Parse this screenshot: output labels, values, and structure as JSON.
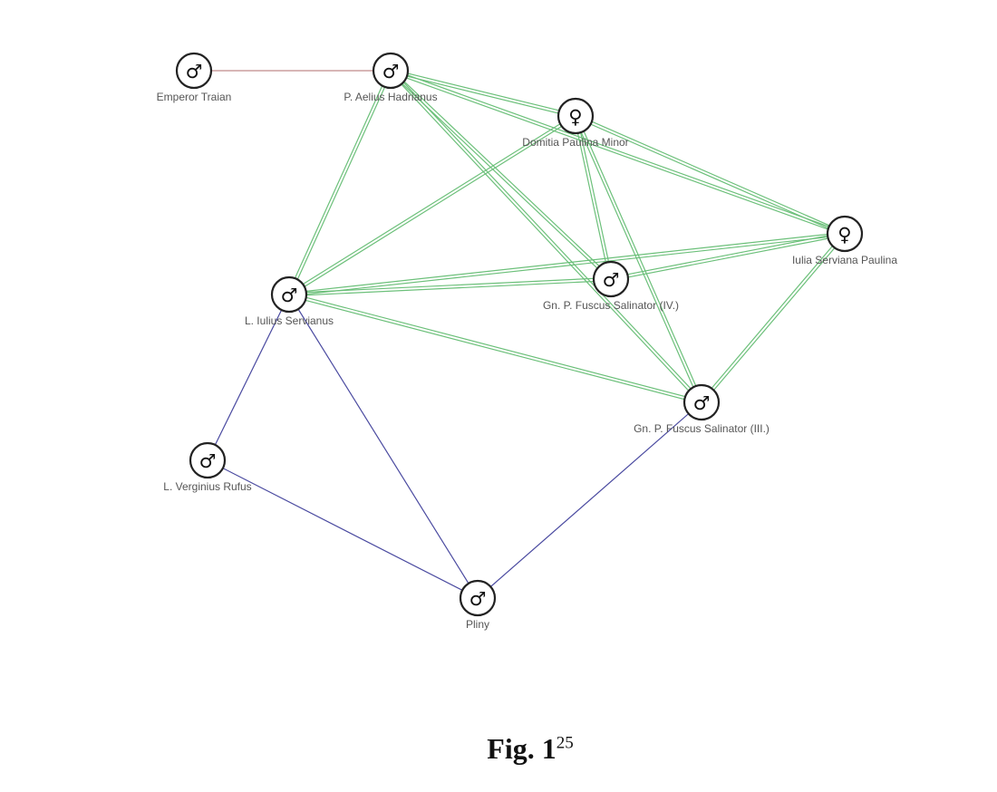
{
  "network": {
    "nodes": [
      {
        "id": "traian",
        "label": "Emperor Traian",
        "sex": "male"
      },
      {
        "id": "hadrianus",
        "label": "P. Aelius Hadrianus",
        "sex": "male"
      },
      {
        "id": "domitia",
        "label": "Domitia Paulina Minor",
        "sex": "female"
      },
      {
        "id": "iulia",
        "label": "Iulia Serviana Paulina",
        "sex": "female"
      },
      {
        "id": "fuscus4",
        "label": "Gn. P. Fuscus Salinator (IV.)",
        "sex": "male"
      },
      {
        "id": "servianus",
        "label": "L. Iulius Servianus",
        "sex": "male"
      },
      {
        "id": "fuscus3",
        "label": "Gn. P. Fuscus Salinator (III.)",
        "sex": "male"
      },
      {
        "id": "verginius",
        "label": "L. Verginius Rufus",
        "sex": "male"
      },
      {
        "id": "pliny",
        "label": "Pliny",
        "sex": "male"
      }
    ],
    "symbols": {
      "male": "♂",
      "female": "♀"
    },
    "edge_colors": {
      "red": "#c08a8a",
      "green": "#6cc07a",
      "blue": "#4a4aa0"
    },
    "edges": [
      {
        "source": "traian",
        "target": "hadrianus",
        "color": "red"
      },
      {
        "source": "hadrianus",
        "target": "domitia",
        "color": "green"
      },
      {
        "source": "hadrianus",
        "target": "iulia",
        "color": "green"
      },
      {
        "source": "hadrianus",
        "target": "fuscus4",
        "color": "green"
      },
      {
        "source": "hadrianus",
        "target": "fuscus3",
        "color": "green"
      },
      {
        "source": "hadrianus",
        "target": "servianus",
        "color": "green"
      },
      {
        "source": "domitia",
        "target": "iulia",
        "color": "green"
      },
      {
        "source": "domitia",
        "target": "fuscus4",
        "color": "green"
      },
      {
        "source": "domitia",
        "target": "fuscus3",
        "color": "green"
      },
      {
        "source": "domitia",
        "target": "servianus",
        "color": "green"
      },
      {
        "source": "iulia",
        "target": "servianus",
        "color": "green"
      },
      {
        "source": "iulia",
        "target": "fuscus4",
        "color": "green"
      },
      {
        "source": "iulia",
        "target": "fuscus3",
        "color": "green"
      },
      {
        "source": "servianus",
        "target": "fuscus4",
        "color": "green"
      },
      {
        "source": "servianus",
        "target": "fuscus3",
        "color": "green"
      },
      {
        "source": "servianus",
        "target": "verginius",
        "color": "blue"
      },
      {
        "source": "servianus",
        "target": "pliny",
        "color": "blue"
      },
      {
        "source": "verginius",
        "target": "pliny",
        "color": "blue"
      },
      {
        "source": "fuscus3",
        "target": "pliny",
        "color": "blue"
      }
    ]
  },
  "caption": {
    "text": "Fig. 1",
    "superscript": "25"
  }
}
